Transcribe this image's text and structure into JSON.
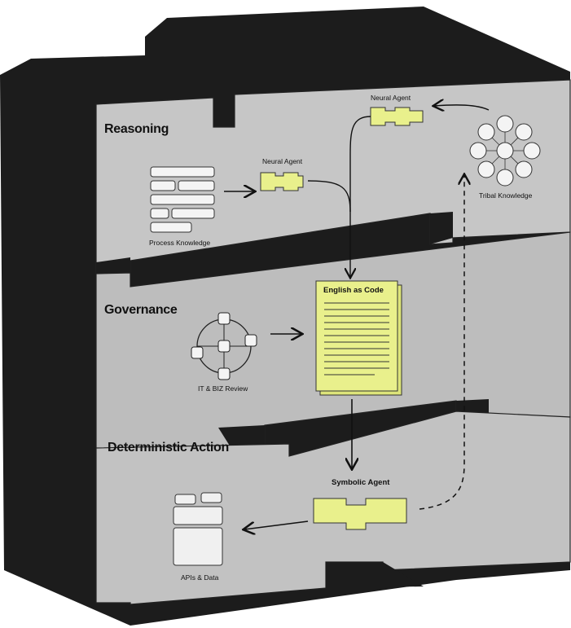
{
  "layers": {
    "reasoning": "Reasoning",
    "governance": "Governance",
    "deterministic": "Deterministic Action"
  },
  "nodes": {
    "process_knowledge": "Process Knowledge",
    "neural_agent_1": "Neural Agent",
    "neural_agent_2": "Neural Agent",
    "tribal_knowledge": "Tribal Knowledge",
    "english_as_code": "English as Code",
    "it_biz_review": "IT & BIZ Review",
    "symbolic_agent": "Symbolic Agent",
    "apis_data": "APIs & Data"
  },
  "colors": {
    "face": "#c6c6c6",
    "dark": "#1c1c1c",
    "accent": "#e9f08c"
  }
}
